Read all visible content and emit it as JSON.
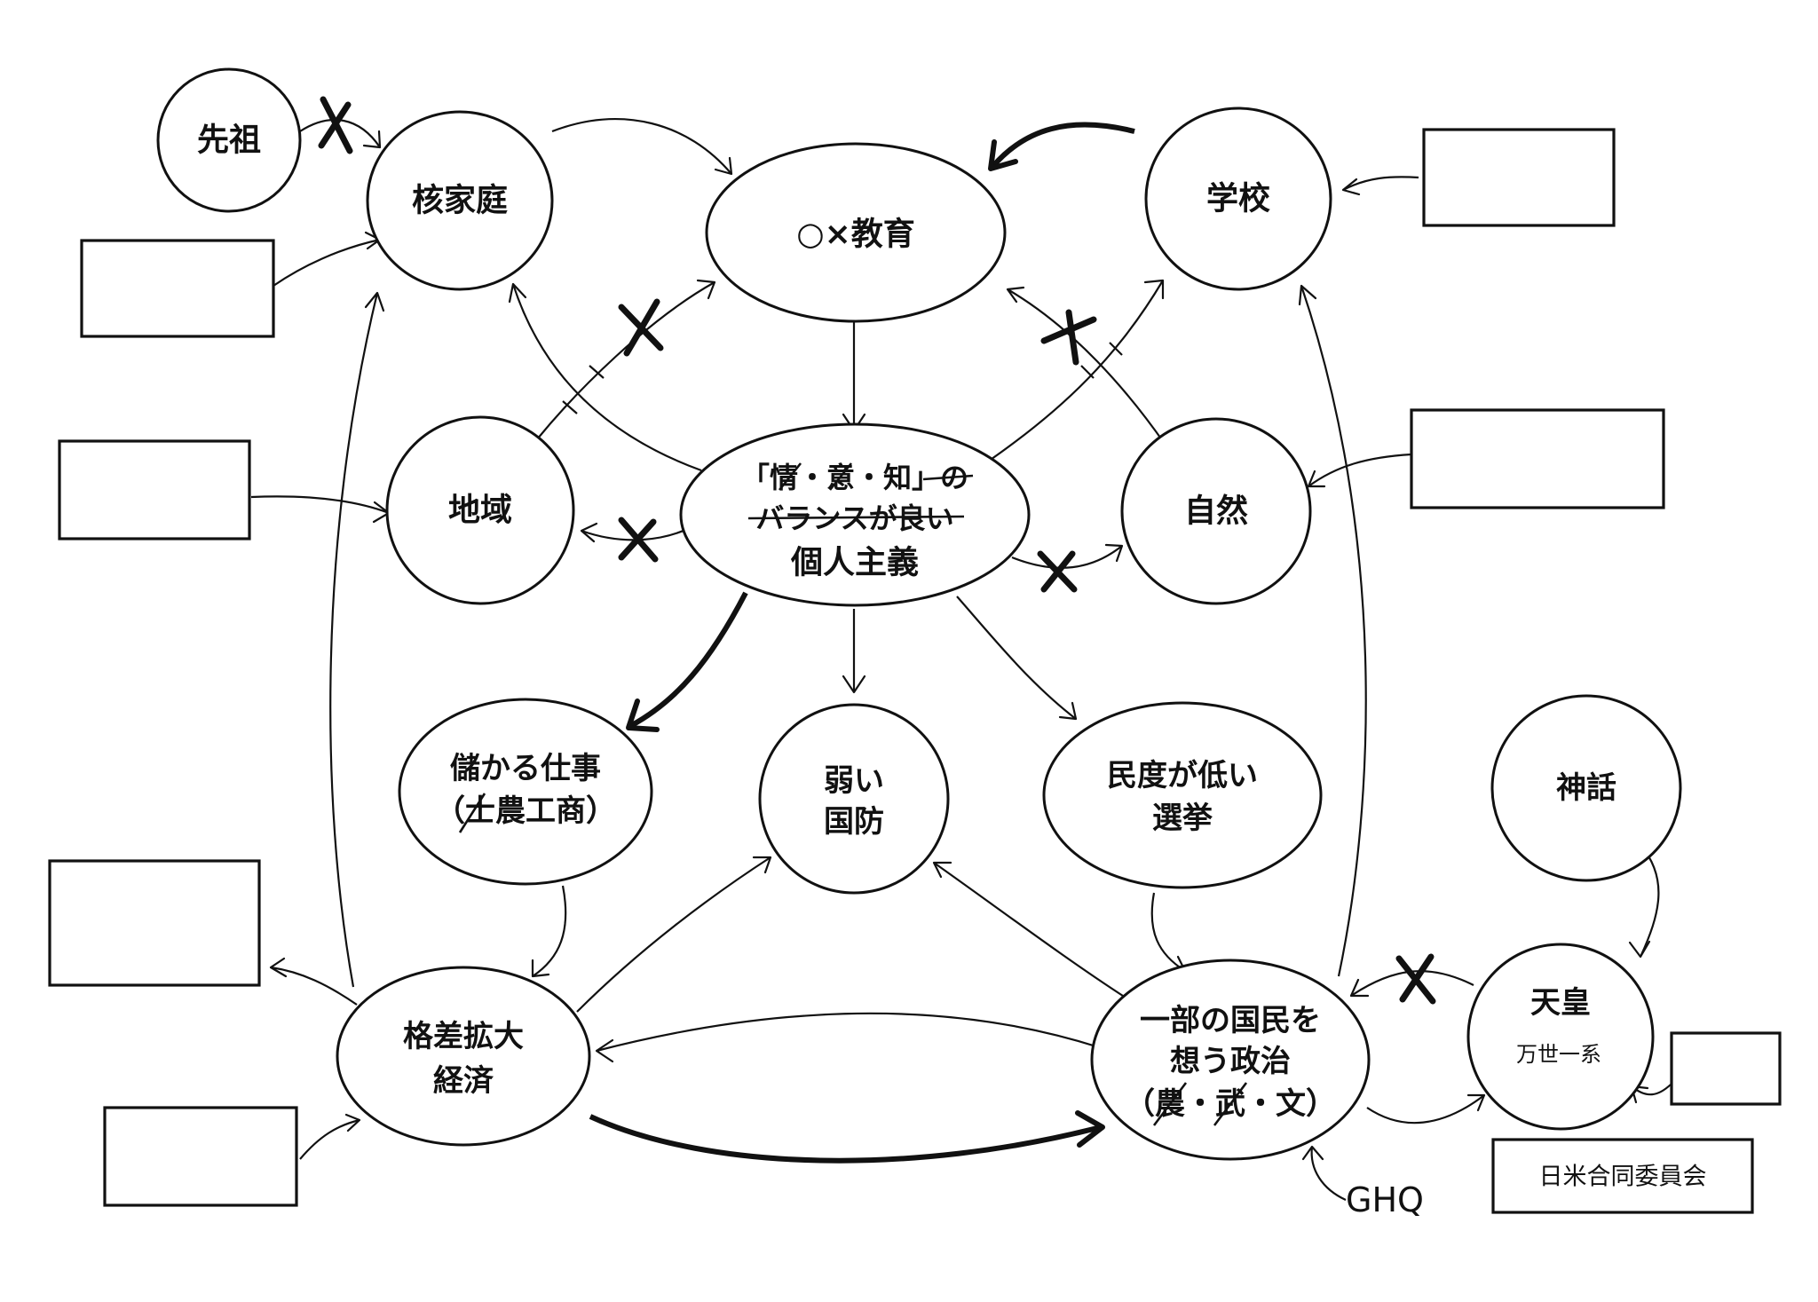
{
  "nodes": {
    "ancestors": "先祖",
    "nuclear_family": "核家庭",
    "education": "○×教育",
    "school": "学校",
    "region": "地域",
    "center": [
      "「情・意・知」の",
      "バランスが良い",
      "個人主義"
    ],
    "nature": "自然",
    "profitable_work": [
      "儲かる仕事",
      "（士農工商）"
    ],
    "weak_defense": [
      "弱い",
      "国防"
    ],
    "low_democracy": [
      "民度が低い",
      "選挙"
    ],
    "myth": "神話",
    "disparity_economy": [
      "格差拡大",
      "経済"
    ],
    "politics": [
      "一部の国民を",
      "想う政治",
      "（農・武・文）"
    ],
    "emperor": "天皇",
    "emperor_sub": "万世一系",
    "ghq": "GHQ",
    "joint_committee": "日米合同委員会"
  }
}
